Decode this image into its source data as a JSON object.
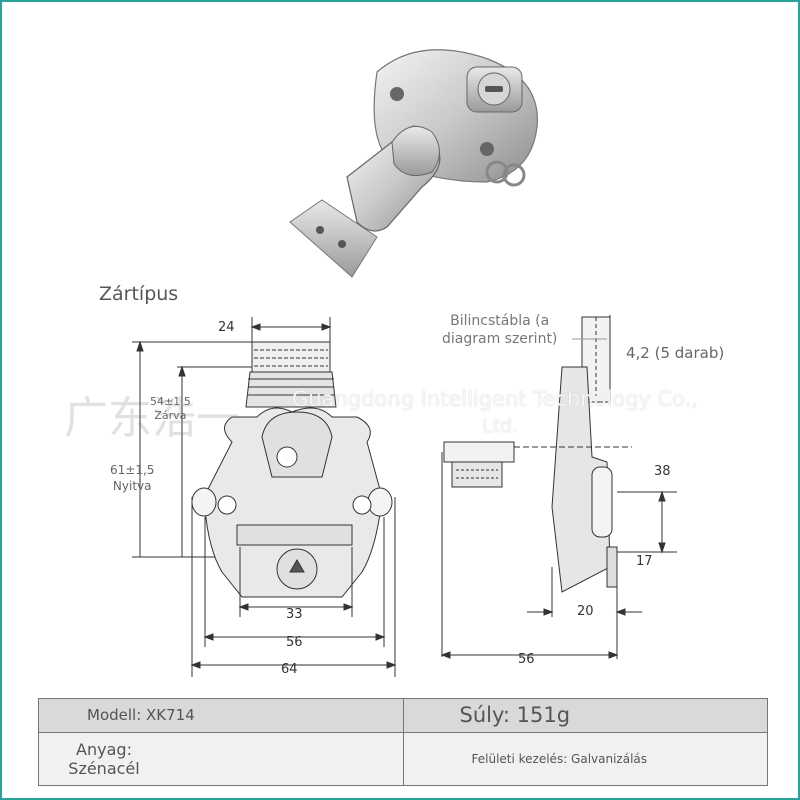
{
  "section_title": "Zártípus",
  "dimensions": {
    "top_width": "24",
    "closed_label_value": "54±1,5",
    "closed_label_text": "Zárva",
    "open_label_value": "61±1,5",
    "open_label_text": "Nyitva",
    "key_width": "33",
    "inner_width": "56",
    "outer_width": "64",
    "side_height_upper": "38",
    "side_height_lower": "17",
    "side_depth": "20",
    "side_total": "56"
  },
  "callouts": {
    "clamp_plate_line1": "Bilincstábla (a",
    "clamp_plate_line2": "diagram szerint)",
    "holes": "4,2 (5 darab)"
  },
  "watermark": {
    "chinese": "广东浩一",
    "english_line1": "Guangdong Intelligent Technology Co.,",
    "english_line2": "Ltd."
  },
  "specs": {
    "model": "Modell: XK714",
    "weight": "Súly: 151g",
    "material_line1": "Anyag:",
    "material_line2": "Szénacél",
    "surface": "Felületi kezelés: Galvanizálás"
  }
}
